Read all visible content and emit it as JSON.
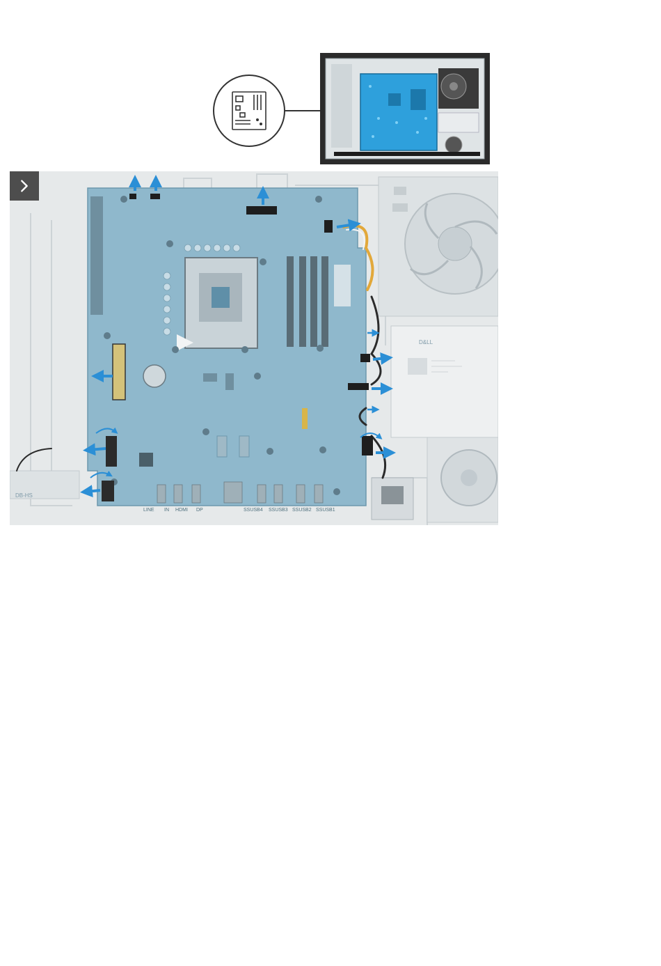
{
  "navigation": {
    "next_icon": "chevron-right-icon",
    "accent": "#4d4d4d"
  },
  "overview": {
    "callout_icon": "motherboard-icon",
    "board_color": "#2ea0dc",
    "chassis_color": "#2b2b2b"
  },
  "diagram": {
    "arrow_color": "#2b8fd6",
    "board_color": "#8fb8cc",
    "psu_label": "D&LL",
    "speaker_label": "DB-HS",
    "port_labels": [
      "LINE",
      "IN",
      "HDMI",
      "DP",
      "SSUSB4",
      "SSUSB3",
      "SSUSB2",
      "SSUSB1"
    ]
  }
}
